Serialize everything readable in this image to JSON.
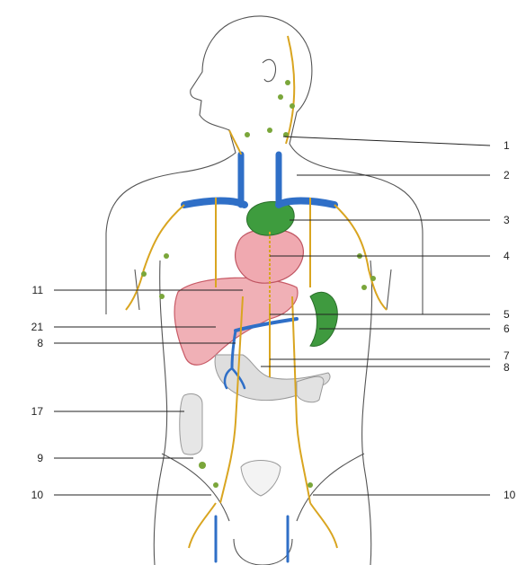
{
  "labels_left": [
    "11",
    "21",
    "8",
    "17",
    "9",
    "10"
  ],
  "labels_right": [
    "1",
    "2",
    "3",
    "4",
    "5",
    "6",
    "7",
    "8",
    "10"
  ],
  "colors": {
    "body_outline": "#555555",
    "lymph_vessel": "#d9a520",
    "lymph_node": "#7aa63a",
    "vein": "#2f6fc7",
    "thymus": "#3c9b3c",
    "heart": "#e88a96",
    "liver": "#e58a92",
    "spleen": "#3f9a3f",
    "intestine": "#cfcfcf",
    "leader_line": "#222222"
  }
}
